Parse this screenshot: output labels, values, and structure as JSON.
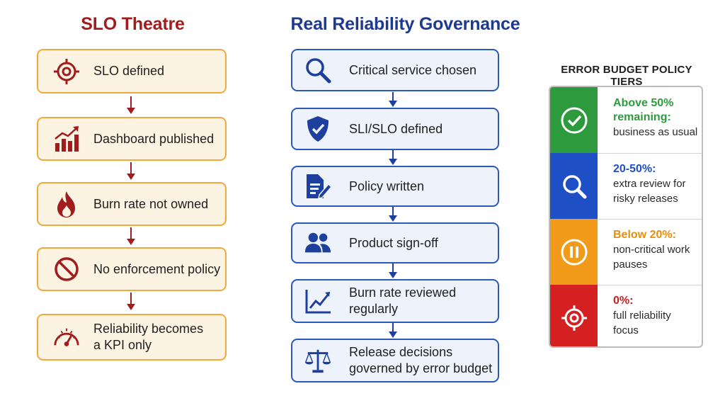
{
  "left_panel": {
    "title": "SLO Theatre",
    "steps": [
      {
        "label": "SLO defined",
        "icon": "target-icon"
      },
      {
        "label": "Dashboard published",
        "icon": "bar-chart-icon"
      },
      {
        "label": "Burn rate not owned",
        "icon": "fire-icon"
      },
      {
        "label": "No enforcement policy",
        "icon": "prohibited-icon"
      },
      {
        "label_line1": "Reliability becomes",
        "label_line2": "a KPI only",
        "icon": "gauge-icon"
      }
    ]
  },
  "middle_panel": {
    "title": "Real Reliability Governance",
    "steps": [
      {
        "label": "Critical service chosen",
        "icon": "search-icon"
      },
      {
        "label": "SLI/SLO defined",
        "icon": "shield-check-icon"
      },
      {
        "label": "Policy written",
        "icon": "document-edit-icon"
      },
      {
        "label": "Product sign-off",
        "icon": "people-icon"
      },
      {
        "label_line1": "Burn rate reviewed",
        "label_line2": "regularly",
        "icon": "trend-chart-icon"
      },
      {
        "label_line1": "Release decisions",
        "label_line2": "governed by error budget",
        "icon": "scales-icon"
      }
    ]
  },
  "tiers_panel": {
    "title": "ERROR BUDGET POLICY TIERS",
    "tiers": [
      {
        "title_line1": "Above 50%",
        "title_line2": "remaining:",
        "desc_line1": "business as usual",
        "desc_line2": "",
        "color": "#2e9a3e",
        "title_color": "#2e9a3e",
        "icon": "check-circle-icon"
      },
      {
        "title_line1": "20-50%:",
        "title_line2": "",
        "desc_line1": "extra review for",
        "desc_line2": "risky releases",
        "color": "#1f4fc4",
        "title_color": "#1f4fc4",
        "icon": "search-icon"
      },
      {
        "title_line1": "Below 20%:",
        "title_line2": "",
        "desc_line1": "non-critical work",
        "desc_line2": "pauses",
        "color": "#f29a1a",
        "title_color": "#e88d0c",
        "icon": "pause-circle-icon"
      },
      {
        "title_line1": "0%:",
        "title_line2": "",
        "desc_line1": "full reliability",
        "desc_line2": "focus",
        "color": "#d42020",
        "title_color": "#c91f1f",
        "icon": "target-icon"
      }
    ]
  }
}
